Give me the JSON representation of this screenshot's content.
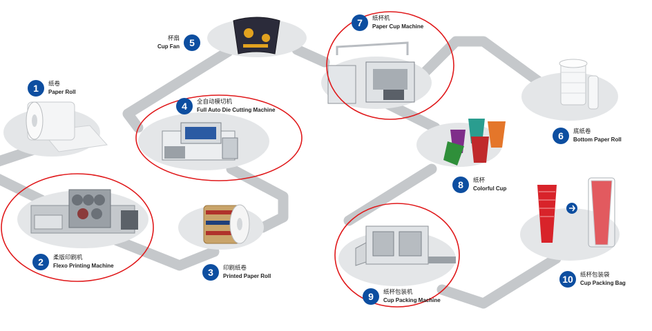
{
  "steps": [
    {
      "number": "1",
      "zh": "纸卷",
      "en": "Paper Roll"
    },
    {
      "number": "2",
      "zh": "柔版印刷机",
      "en": "Flexo Printing Machine"
    },
    {
      "number": "3",
      "zh": "印刷纸卷",
      "en": "Printed Paper Roll"
    },
    {
      "number": "4",
      "zh": "全自动模切机",
      "en": "Full Auto Die Cutting Machine"
    },
    {
      "number": "5",
      "zh": "杯扇",
      "en": "Cup Fan"
    },
    {
      "number": "6",
      "zh": "底纸卷",
      "en": "Bottom Paper Roll"
    },
    {
      "number": "7",
      "zh": "纸杯机",
      "en": "Paper Cup Machine"
    },
    {
      "number": "8",
      "zh": "纸杯",
      "en": "Colorful Cup"
    },
    {
      "number": "9",
      "zh": "纸杯包装机",
      "en": "Cup Packing Machine"
    },
    {
      "number": "10",
      "zh": "纸杯包装袋",
      "en": "Cup Packing Bag"
    }
  ],
  "colors": {
    "badge": "#0d4ea0",
    "track": "#c9cbcd",
    "platform": "#e6e8ea",
    "highlight": "#e0191b"
  }
}
